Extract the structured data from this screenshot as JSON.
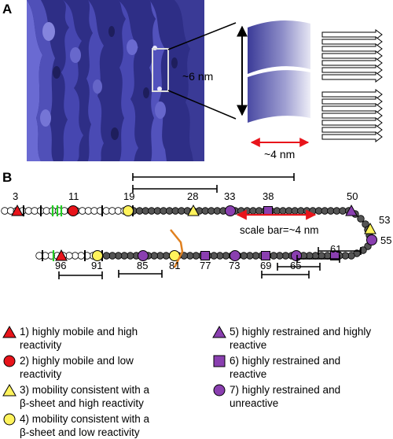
{
  "panel_a": {
    "label": "A",
    "size_height_label": "~6 nm",
    "size_width_label": "~4 nm"
  },
  "panel_b": {
    "label": "B",
    "scale_bar_label": "scale bar=~4 nm",
    "residue_labels": {
      "r3": "3",
      "r11": "11",
      "r19": "19",
      "r28": "28",
      "r33": "33",
      "r38": "38",
      "r50": "50",
      "r53": "53",
      "r55": "55",
      "r61": "61",
      "r65": "65",
      "r69": "69",
      "r73": "73",
      "r77": "77",
      "r81": "81",
      "r85": "85",
      "r91": "91",
      "r96": "96"
    }
  },
  "legend": [
    {
      "number_text": "1) highly mobile and high\nreactivity",
      "shape": "triangle",
      "color": "#e8141b"
    },
    {
      "number_text": "2) highly mobile and low\nreactivity",
      "shape": "circle",
      "color": "#e8141b"
    },
    {
      "number_text": "3) mobility consistent with a\nβ-sheet and high reactivity",
      "shape": "triangle",
      "color": "#fff35c"
    },
    {
      "number_text": "4) mobility consistent with a\nβ-sheet and low reactivity",
      "shape": "circle",
      "color": "#fff35c"
    },
    {
      "number_text": "5) highly restrained and highly\nreactive",
      "shape": "triangle",
      "color": "#8a3fb0"
    },
    {
      "number_text": "6) highly restrained and\nreactive",
      "shape": "square",
      "color": "#8a3fb0"
    },
    {
      "number_text": "7) highly restrained and\nunreactive",
      "shape": "circle",
      "color": "#8a3fb0"
    }
  ],
  "colors": {
    "density": "#3f3fa0",
    "red_marker": "#e8141b",
    "yellow_marker": "#fff35c",
    "purple_marker": "#8a3fb0",
    "salt_bridge": "#e0801f",
    "green_tick": "#22cc22",
    "scale_arrow": "#e8141b"
  }
}
